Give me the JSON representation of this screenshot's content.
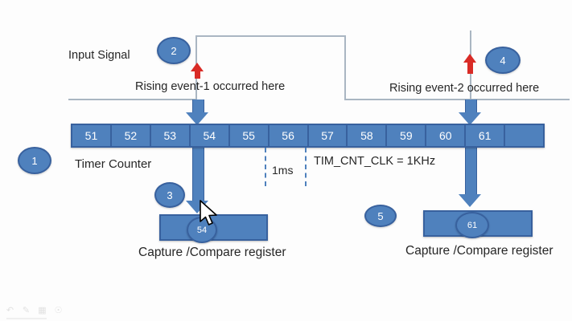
{
  "colors": {
    "shape-blue": "#4f81bd",
    "shape-border": "#38619e",
    "event-red": "#d92b26",
    "signal-line": "#aab6c2",
    "ink": "#262626"
  },
  "labels": {
    "input_signal": "Input Signal",
    "rising_event_1": "Rising event-1 occurred here",
    "rising_event_2": "Rising event-2 occurred here",
    "timer_counter": "Timer Counter",
    "time_per_tick": "1ms",
    "clock": "TIM_CNT_CLK = 1KHz",
    "capture_register_left": "Capture /Compare register",
    "capture_register_right": "Capture /Compare register"
  },
  "steps": [
    "1",
    "2",
    "3",
    "4",
    "5"
  ],
  "counter": {
    "cells": [
      "51",
      "52",
      "53",
      "54",
      "55",
      "56",
      "57",
      "58",
      "59",
      "60",
      "61",
      ""
    ]
  },
  "registers": {
    "left": {
      "value": "54"
    },
    "right": {
      "value": "61"
    }
  }
}
